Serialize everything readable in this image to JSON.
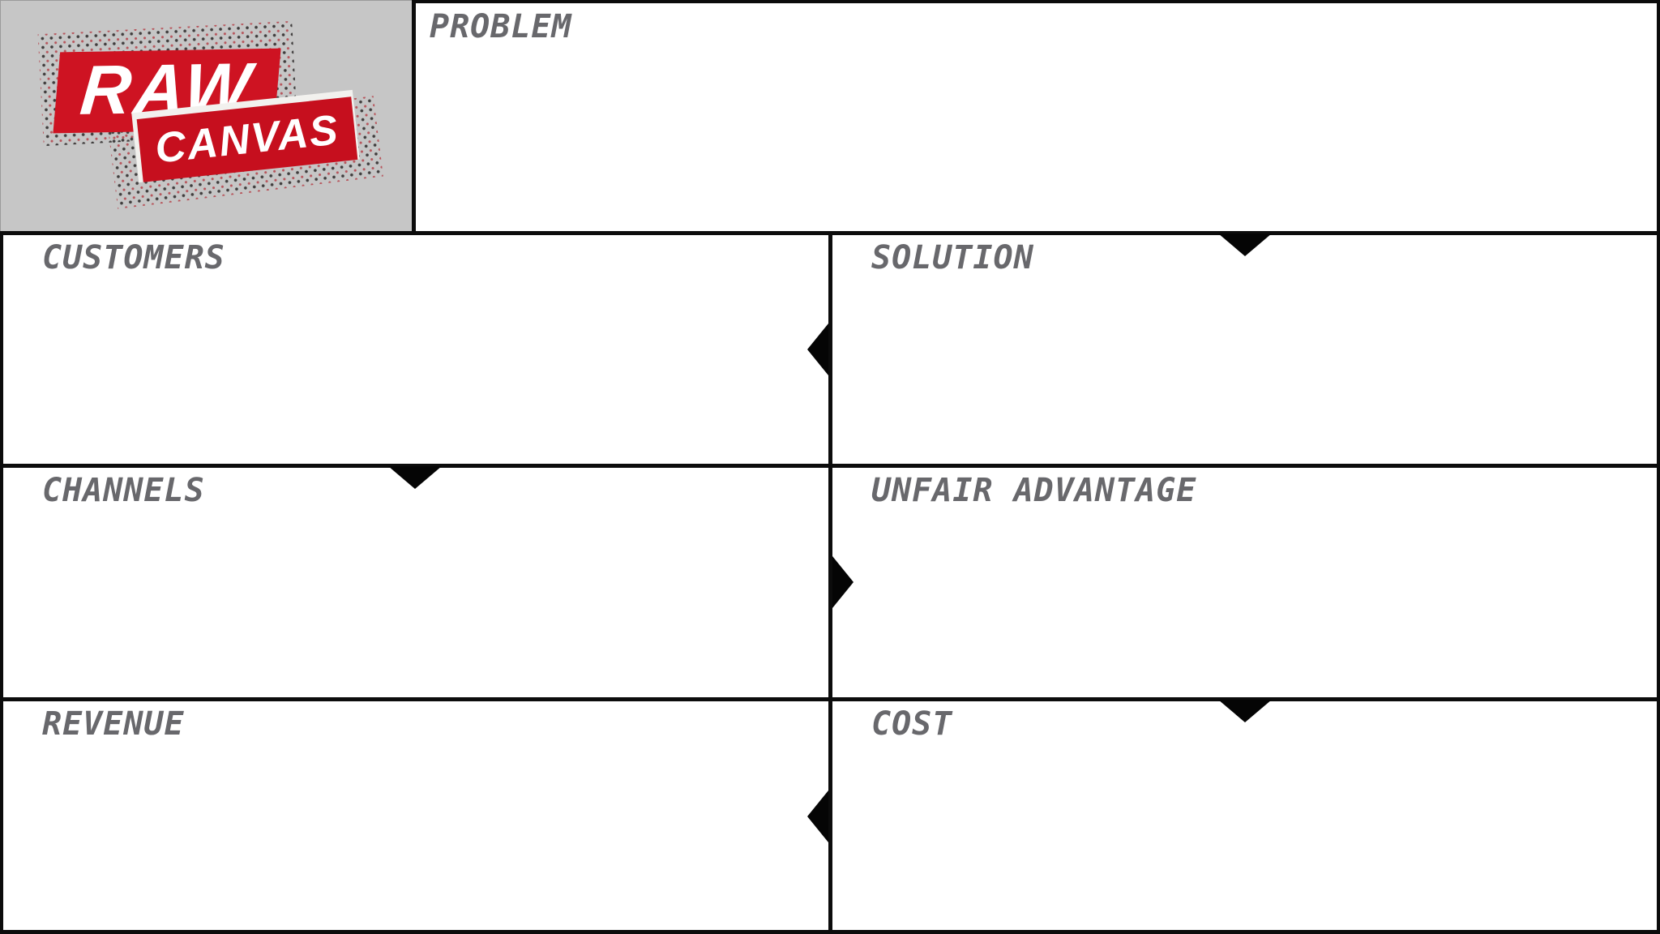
{
  "logo": {
    "word1": "RAW",
    "word2": "CANVAS"
  },
  "sections": {
    "problem": {
      "label": "PROBLEM"
    },
    "customers": {
      "label": "CUSTOMERS"
    },
    "solution": {
      "label": "SOLUTION"
    },
    "channels": {
      "label": "CHANNELS"
    },
    "unfair_advantage": {
      "label": "UNFAIR ADVANTAGE"
    },
    "revenue": {
      "label": "REVENUE"
    },
    "cost": {
      "label": "COST"
    }
  },
  "colors": {
    "accent_red": "#ce1322",
    "accent_red_dark": "#c60f1e",
    "label_gray": "#68686c",
    "grid_black": "#0c0c0c",
    "logo_panel_gray": "#c6c6c6",
    "cell_white": "#ffffff"
  }
}
